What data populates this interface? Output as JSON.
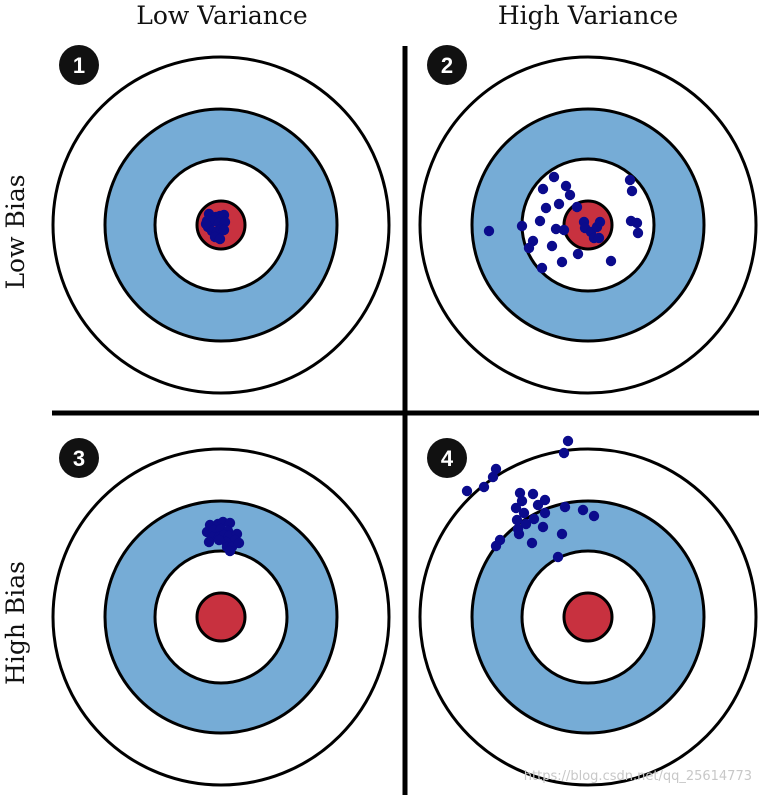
{
  "headers": {
    "col_low_variance": "Low Variance",
    "col_high_variance": "High Variance",
    "row_low_bias": "Low Bias",
    "row_high_bias": "High Bias"
  },
  "colors": {
    "ring_white": "#ffffff",
    "ring_blue": "#76acd6",
    "bullseye_red": "#c8313f",
    "dot_navy": "#0b0b8c",
    "badge_black": "#111111",
    "divider_black": "#000000"
  },
  "quadrants": [
    {
      "badge": "1",
      "shots": [
        [
          -12,
          -11
        ],
        [
          -5,
          -8
        ],
        [
          -1,
          -9
        ],
        [
          3,
          -10
        ],
        [
          -14,
          -4
        ],
        [
          -8,
          -4
        ],
        [
          -2,
          -2
        ],
        [
          4,
          -3
        ],
        [
          -13,
          2
        ],
        [
          -9,
          6
        ],
        [
          -4,
          7
        ],
        [
          0,
          4
        ],
        [
          3,
          5
        ],
        [
          -6,
          12
        ],
        [
          -1,
          14
        ],
        [
          -15,
          -1
        ]
      ]
    },
    {
      "badge": "2",
      "shots": [
        [
          -34,
          -48
        ],
        [
          -45,
          -36
        ],
        [
          -22,
          -39
        ],
        [
          -18,
          -30
        ],
        [
          -29,
          -21
        ],
        [
          -42,
          -17
        ],
        [
          -48,
          -4
        ],
        [
          -55,
          16
        ],
        [
          -66,
          1
        ],
        [
          -99,
          6
        ],
        [
          -59,
          23
        ],
        [
          -46,
          43
        ],
        [
          -36,
          21
        ],
        [
          -32,
          4
        ],
        [
          -24,
          5
        ],
        [
          -11,
          -18
        ],
        [
          -4,
          -3
        ],
        [
          -3,
          3
        ],
        [
          3,
          7
        ],
        [
          6,
          13
        ],
        [
          -26,
          37
        ],
        [
          -10,
          29
        ],
        [
          9,
          2
        ],
        [
          11,
          13
        ],
        [
          12,
          -3
        ],
        [
          23,
          36
        ],
        [
          42,
          -45
        ],
        [
          44,
          -34
        ],
        [
          43,
          -4
        ],
        [
          49,
          -2
        ],
        [
          50,
          8
        ]
      ]
    },
    {
      "badge": "3",
      "shots": [
        [
          -11,
          -92
        ],
        [
          -3,
          -93
        ],
        [
          2,
          -95
        ],
        [
          9,
          -94
        ],
        [
          -14,
          -85
        ],
        [
          -7,
          -87
        ],
        [
          0,
          -88
        ],
        [
          7,
          -86
        ],
        [
          -9,
          -80
        ],
        [
          -2,
          -80
        ],
        [
          3,
          -82
        ],
        [
          8,
          -81
        ],
        [
          16,
          -83
        ],
        [
          14,
          -77
        ],
        [
          5,
          -75
        ],
        [
          -2,
          -77
        ],
        [
          -12,
          -75
        ],
        [
          6,
          -70
        ],
        [
          11,
          -70
        ],
        [
          18,
          -74
        ],
        [
          9,
          -66
        ]
      ]
    },
    {
      "badge": "4",
      "shots": [
        [
          -20,
          -176
        ],
        [
          -24,
          -164
        ],
        [
          -95,
          -140
        ],
        [
          -92,
          -148
        ],
        [
          -104,
          -130
        ],
        [
          -121,
          -126
        ],
        [
          -68,
          -124
        ],
        [
          -55,
          -123
        ],
        [
          -66,
          -116
        ],
        [
          -43,
          -117
        ],
        [
          -72,
          -109
        ],
        [
          -64,
          -104
        ],
        [
          -54,
          -98
        ],
        [
          -43,
          -104
        ],
        [
          -23,
          -110
        ],
        [
          -45,
          -90
        ],
        [
          -69,
          -83
        ],
        [
          -88,
          -77
        ],
        [
          -92,
          -71
        ],
        [
          -70,
          -88
        ],
        [
          -71,
          -97
        ],
        [
          -62,
          -93
        ],
        [
          -26,
          -83
        ],
        [
          -56,
          -74
        ],
        [
          -30,
          -60
        ],
        [
          -5,
          -107
        ],
        [
          6,
          -101
        ],
        [
          -50,
          -112
        ]
      ]
    }
  ],
  "watermark": "https://blog.csdn.net/qq_25614773"
}
